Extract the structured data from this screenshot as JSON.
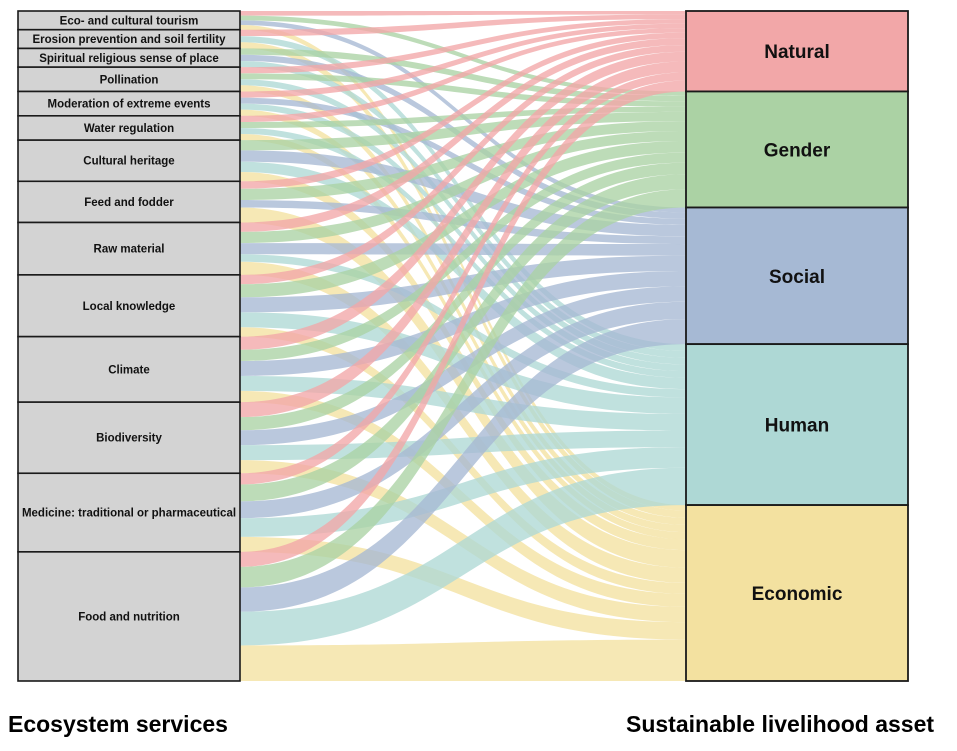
{
  "left_axis_label": "Ecosystem services",
  "right_axis_label": "Sustainable livelihood asset",
  "sources": [
    {
      "id": "eco-tourism",
      "label": "Eco- and cultural tourism",
      "value": 1
    },
    {
      "id": "erosion",
      "label": "Erosion prevention and soil fertility",
      "value": 1
    },
    {
      "id": "spiritual",
      "label": "Spiritual religious sense of place",
      "value": 1
    },
    {
      "id": "pollination",
      "label": "Pollination",
      "value": 1.3
    },
    {
      "id": "extreme-events",
      "label": "Moderation of extreme events",
      "value": 1.3
    },
    {
      "id": "water",
      "label": "Water regulation",
      "value": 1.3
    },
    {
      "id": "cultural-heritage",
      "label": "Cultural heritage",
      "value": 2.2
    },
    {
      "id": "feed",
      "label": "Feed and fodder",
      "value": 2.2
    },
    {
      "id": "raw-material",
      "label": "Raw material",
      "value": 2.8
    },
    {
      "id": "local-knowledge",
      "label": "Local knowledge",
      "value": 3.3
    },
    {
      "id": "climate",
      "label": "Climate",
      "value": 3.5
    },
    {
      "id": "biodiversity",
      "label": "Biodiversity",
      "value": 3.8
    },
    {
      "id": "medicine",
      "label": "Medicine: traditional or pharmaceutical",
      "value": 4.2
    },
    {
      "id": "food",
      "label": "Food and nutrition",
      "value": 6.9
    }
  ],
  "targets": [
    {
      "id": "natural",
      "label": "Natural",
      "value": 4.3,
      "color": "#f2a7a8"
    },
    {
      "id": "gender",
      "label": "Gender",
      "value": 6.2,
      "color": "#abd2a4"
    },
    {
      "id": "social",
      "label": "Social",
      "value": 7.3,
      "color": "#a6b9d4"
    },
    {
      "id": "human",
      "label": "Human",
      "value": 8.6,
      "color": "#aed8d5"
    },
    {
      "id": "economic",
      "label": "Economic",
      "value": 9.4,
      "color": "#f3e1a0"
    }
  ],
  "flows": [
    {
      "source": "eco-tourism",
      "target": "natural",
      "value": 0.25
    },
    {
      "source": "eco-tourism",
      "target": "gender",
      "value": 0.25
    },
    {
      "source": "eco-tourism",
      "target": "social",
      "value": 0.25
    },
    {
      "source": "eco-tourism",
      "target": "economic",
      "value": 0.25
    },
    {
      "source": "erosion",
      "target": "natural",
      "value": 0.34
    },
    {
      "source": "erosion",
      "target": "human",
      "value": 0.33
    },
    {
      "source": "erosion",
      "target": "economic",
      "value": 0.33
    },
    {
      "source": "spiritual",
      "target": "gender",
      "value": 0.34
    },
    {
      "source": "spiritual",
      "target": "social",
      "value": 0.33
    },
    {
      "source": "spiritual",
      "target": "human",
      "value": 0.33
    },
    {
      "source": "pollination",
      "target": "natural",
      "value": 0.33
    },
    {
      "source": "pollination",
      "target": "gender",
      "value": 0.32
    },
    {
      "source": "pollination",
      "target": "human",
      "value": 0.32
    },
    {
      "source": "pollination",
      "target": "economic",
      "value": 0.33
    },
    {
      "source": "extreme-events",
      "target": "natural",
      "value": 0.33
    },
    {
      "source": "extreme-events",
      "target": "social",
      "value": 0.32
    },
    {
      "source": "extreme-events",
      "target": "human",
      "value": 0.32
    },
    {
      "source": "extreme-events",
      "target": "economic",
      "value": 0.33
    },
    {
      "source": "water",
      "target": "natural",
      "value": 0.33
    },
    {
      "source": "water",
      "target": "gender",
      "value": 0.32
    },
    {
      "source": "water",
      "target": "human",
      "value": 0.32
    },
    {
      "source": "water",
      "target": "economic",
      "value": 0.33
    },
    {
      "source": "cultural-heritage",
      "target": "gender",
      "value": 0.55
    },
    {
      "source": "cultural-heritage",
      "target": "social",
      "value": 0.6
    },
    {
      "source": "cultural-heritage",
      "target": "human",
      "value": 0.55
    },
    {
      "source": "cultural-heritage",
      "target": "economic",
      "value": 0.5
    },
    {
      "source": "feed",
      "target": "natural",
      "value": 0.4
    },
    {
      "source": "feed",
      "target": "gender",
      "value": 0.6
    },
    {
      "source": "feed",
      "target": "social",
      "value": 0.4
    },
    {
      "source": "feed",
      "target": "economic",
      "value": 0.8
    },
    {
      "source": "raw-material",
      "target": "natural",
      "value": 0.5
    },
    {
      "source": "raw-material",
      "target": "gender",
      "value": 0.6
    },
    {
      "source": "raw-material",
      "target": "social",
      "value": 0.6
    },
    {
      "source": "raw-material",
      "target": "human",
      "value": 0.4
    },
    {
      "source": "raw-material",
      "target": "economic",
      "value": 0.7
    },
    {
      "source": "local-knowledge",
      "target": "natural",
      "value": 0.5
    },
    {
      "source": "local-knowledge",
      "target": "gender",
      "value": 0.7
    },
    {
      "source": "local-knowledge",
      "target": "social",
      "value": 0.8
    },
    {
      "source": "local-knowledge",
      "target": "human",
      "value": 0.8
    },
    {
      "source": "local-knowledge",
      "target": "economic",
      "value": 0.5
    },
    {
      "source": "climate",
      "target": "natural",
      "value": 0.7
    },
    {
      "source": "climate",
      "target": "gender",
      "value": 0.6
    },
    {
      "source": "climate",
      "target": "social",
      "value": 0.8
    },
    {
      "source": "climate",
      "target": "human",
      "value": 0.8
    },
    {
      "source": "climate",
      "target": "economic",
      "value": 0.6
    },
    {
      "source": "biodiversity",
      "target": "natural",
      "value": 0.8
    },
    {
      "source": "biodiversity",
      "target": "gender",
      "value": 0.7
    },
    {
      "source": "biodiversity",
      "target": "social",
      "value": 0.8
    },
    {
      "source": "biodiversity",
      "target": "human",
      "value": 0.8
    },
    {
      "source": "biodiversity",
      "target": "economic",
      "value": 0.7
    },
    {
      "source": "medicine",
      "target": "natural",
      "value": 0.6
    },
    {
      "source": "medicine",
      "target": "gender",
      "value": 0.9
    },
    {
      "source": "medicine",
      "target": "social",
      "value": 0.9
    },
    {
      "source": "medicine",
      "target": "human",
      "value": 1.0
    },
    {
      "source": "medicine",
      "target": "economic",
      "value": 0.8
    },
    {
      "source": "food",
      "target": "natural",
      "value": 0.8
    },
    {
      "source": "food",
      "target": "gender",
      "value": 1.1
    },
    {
      "source": "food",
      "target": "social",
      "value": 1.3
    },
    {
      "source": "food",
      "target": "human",
      "value": 1.8
    },
    {
      "source": "food",
      "target": "economic",
      "value": 1.9
    }
  ]
}
